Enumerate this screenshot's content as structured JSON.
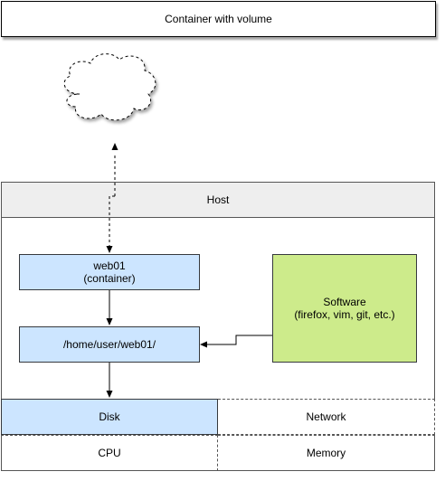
{
  "title": "Container with volume",
  "host": {
    "label": "Host"
  },
  "nodes": {
    "container": {
      "line1": "web01",
      "line2": "(container)"
    },
    "volume_path": {
      "label": "/home/user/web01/"
    },
    "software": {
      "line1": "Software",
      "line2": "(firefox, vim, git, etc.)"
    },
    "disk": {
      "label": "Disk"
    },
    "network": {
      "label": "Network"
    },
    "cpu": {
      "label": "CPU"
    },
    "memory": {
      "label": "Memory"
    }
  },
  "colors": {
    "container_fill": "#cce5ff",
    "software_fill": "#cdeb8b",
    "host_header_fill": "#eeeeee",
    "stroke": "#000000"
  },
  "icons": {
    "internet": "cloud-icon"
  }
}
